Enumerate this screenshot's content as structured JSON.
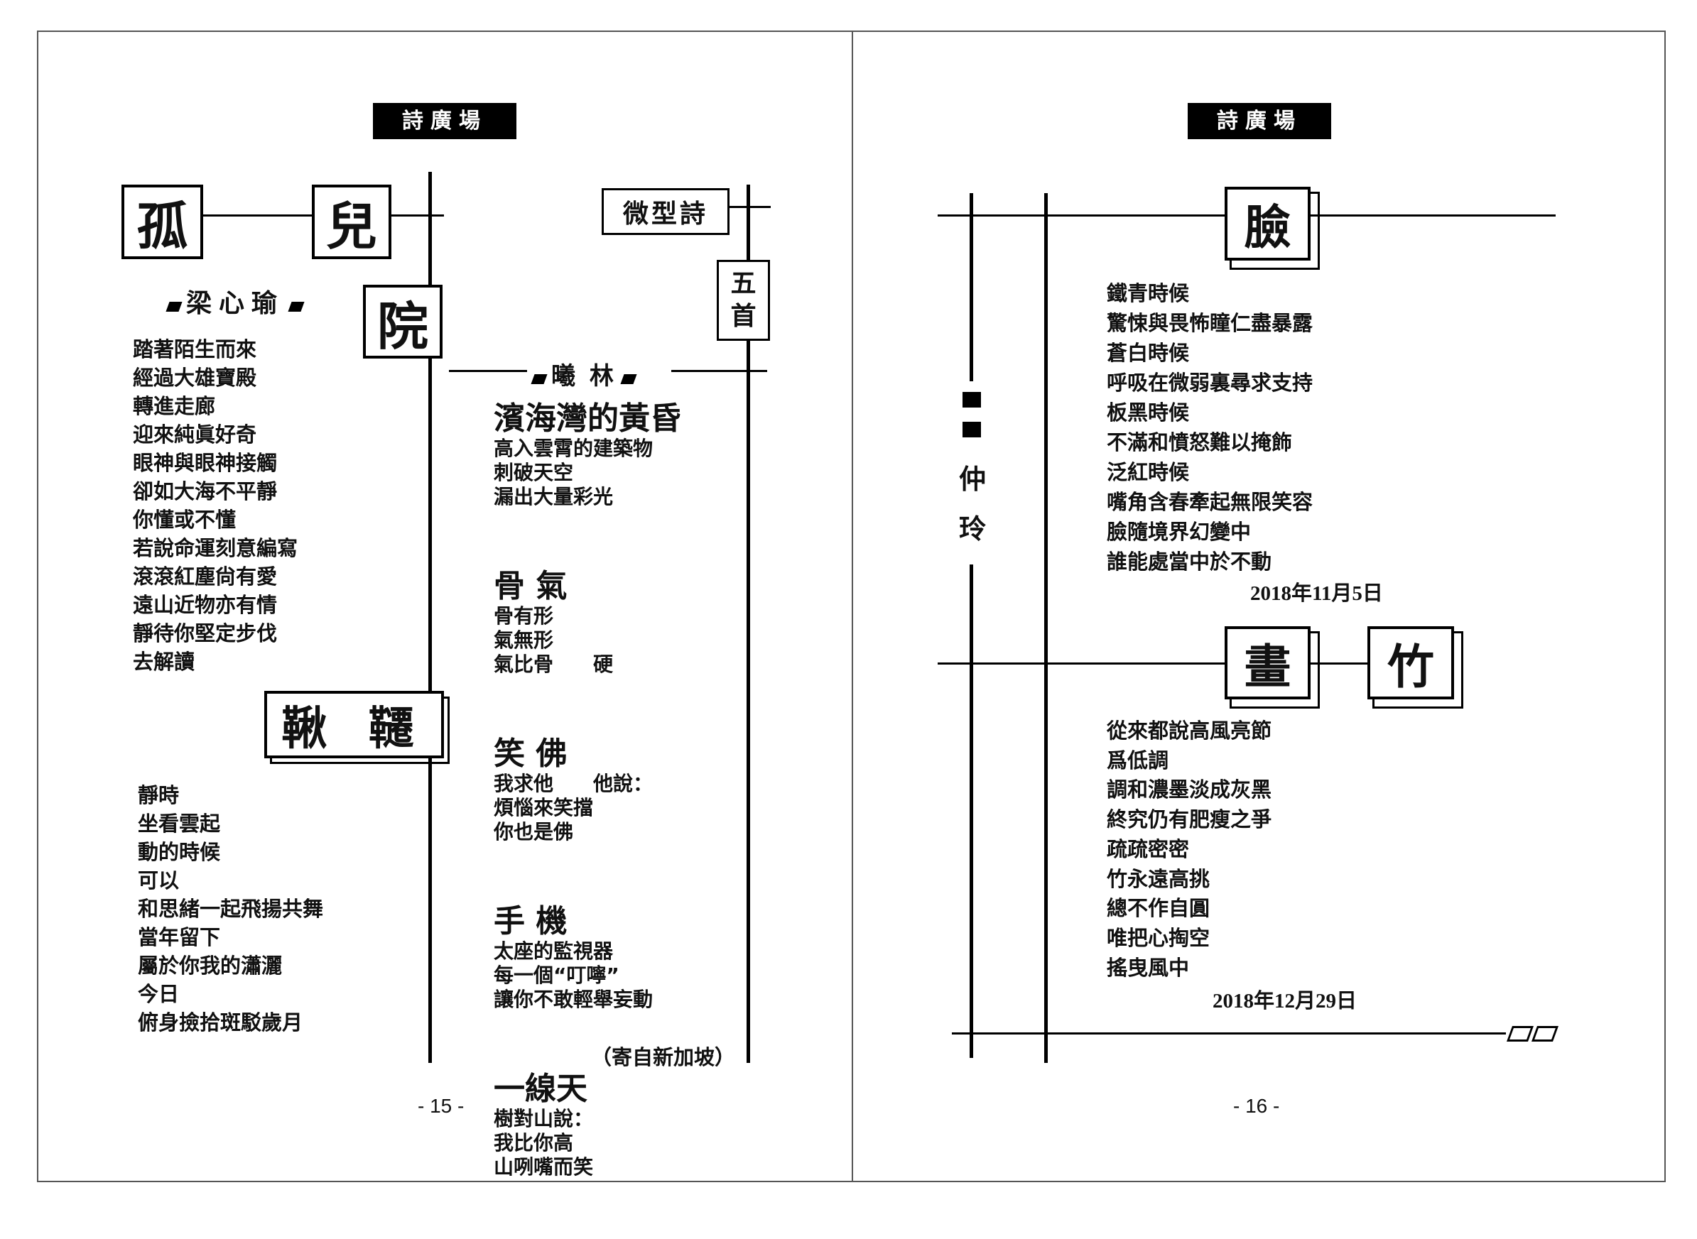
{
  "header_label": "詩廣場",
  "left_page": {
    "page_number": "- 15 -",
    "poem_title_chars": [
      "孤",
      "兒",
      "院"
    ],
    "author": "梁心瑜",
    "poem_lines": [
      "踏著陌生而來",
      "經過大雄寶殿",
      "轉進走廊",
      "迎來純眞好奇",
      "眼神與眼神接觸",
      "卻如大海不平靜",
      "你懂或不懂",
      "若說命運刻意編寫",
      "滾滾紅塵尙有愛",
      "遠山近物亦有情",
      "靜待你堅定步伐",
      "去解讀"
    ],
    "second_title": "鞦 韆",
    "second_lines": [
      "靜時",
      "坐看雲起",
      "動的時候",
      "可以",
      "和思緒一起飛揚共舞",
      "當年留下",
      "屬於你我的瀟灑",
      "今日",
      "俯身撿拾斑駁歲月"
    ],
    "micro_label": "微型詩",
    "count_label": [
      "五",
      "首"
    ],
    "micro_author": "曦 林",
    "micro_poems": [
      {
        "title": "濱海灣的黃昏",
        "lines": [
          "高入雲霄的建築物",
          "刺破天空",
          "漏出大量彩光"
        ]
      },
      {
        "title": "骨 氣",
        "lines": [
          "骨有形",
          "氣無形",
          "氣比骨　　硬"
        ]
      },
      {
        "title": "笑 佛",
        "lines": [
          "我求他　　他說：",
          "煩惱來笑擋",
          "你也是佛"
        ]
      },
      {
        "title": "手 機",
        "lines": [
          "太座的監視器",
          "每一個“叮嚀”",
          "讓你不敢輕舉妄動"
        ]
      },
      {
        "title": "一線天",
        "lines": [
          "樹對山說：",
          "我比你高",
          "山咧嘴而笑"
        ]
      }
    ],
    "source_note": "（寄自新加坡）"
  },
  "right_page": {
    "page_number": "- 16 -",
    "author_chars": [
      "仲",
      "玲"
    ],
    "poem1_title": "臉",
    "poem1_lines": [
      "鐵青時候",
      "驚悚與畏怖瞳仁盡暴露",
      "蒼白時候",
      "呼吸在微弱裏尋求支持",
      "板黑時候",
      "不滿和憤怒難以掩飾",
      "泛紅時候",
      "嘴角含春牽起無限笑容",
      "臉隨境界幻變中",
      "誰能處當中於不動"
    ],
    "poem1_date": "2018年11月5日",
    "poem2_title_chars": [
      "畫",
      "竹"
    ],
    "poem2_lines": [
      "從來都說高風亮節",
      "爲低調",
      "調和濃墨淡成灰黑",
      "終究仍有肥瘦之爭",
      "疏疏密密",
      "竹永遠高挑",
      "總不作自圓",
      "唯把心掏空",
      "搖曳風中"
    ],
    "poem2_date": "2018年12月29日"
  }
}
